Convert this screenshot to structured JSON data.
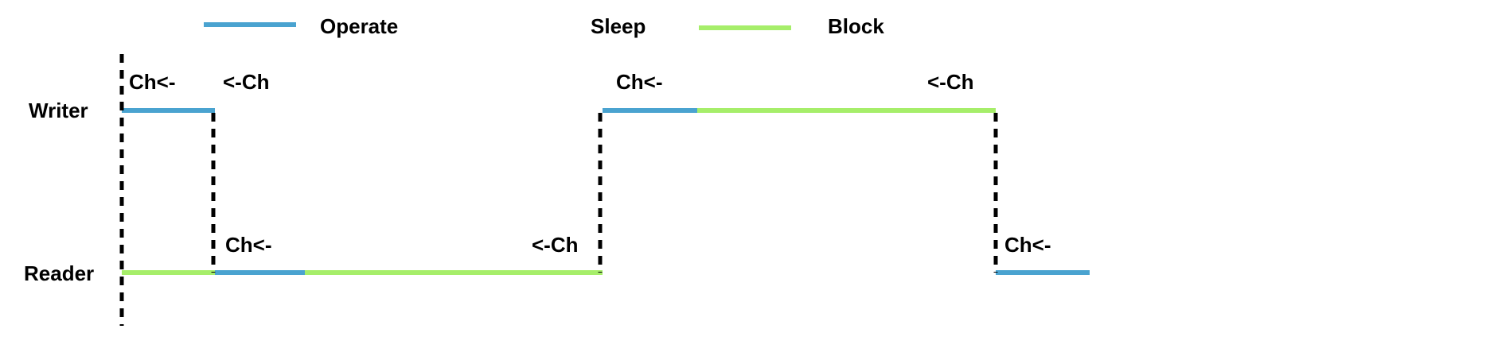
{
  "legend": {
    "operate": {
      "label": "Operate",
      "color": "#4aa3d0"
    },
    "sleep": {
      "label": "Sleep",
      "color": "#e0402a"
    },
    "block": {
      "label": "Block",
      "color": "#a6ee6a"
    }
  },
  "lanes": {
    "writer": {
      "label": "Writer"
    },
    "reader": {
      "label": "Reader"
    }
  },
  "events": {
    "writer_send_1": "Ch<-",
    "writer_recv_1": "<-Ch",
    "writer_send_2": "Ch<-",
    "writer_recv_2": "<-Ch",
    "reader_send_1": "Ch<-",
    "reader_recv_1": "<-Ch",
    "reader_send_2": "Ch<-"
  },
  "timeline": {
    "writer": [
      "operate",
      "sleep",
      "operate",
      "block",
      "sleep"
    ],
    "reader": [
      "block",
      "operate",
      "block",
      "sleep",
      "operate",
      "sleep"
    ]
  }
}
